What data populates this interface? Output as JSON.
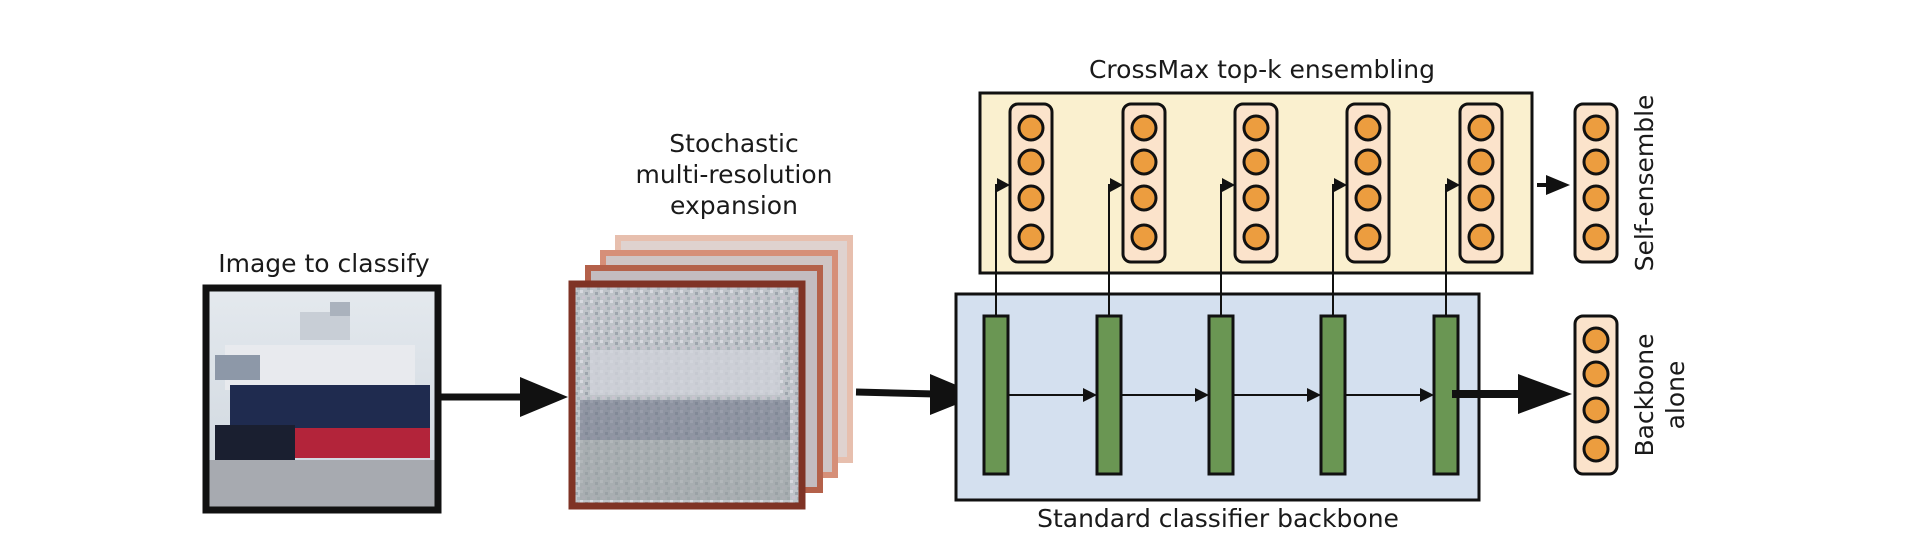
{
  "labels": {
    "input_image": "Image to classify",
    "expansion_line1": "Stochastic",
    "expansion_line2": "multi-resolution",
    "expansion_line3": "expansion",
    "crossmax": "CrossMax top-k ensembling",
    "backbone": "Standard classifier backbone",
    "self_ensemble": "Self-ensemble",
    "backbone_alone_line1": "Backbone",
    "backbone_alone_line2": "alone"
  },
  "colors": {
    "crossmax_fill": "#faf0cf",
    "backbone_fill": "#d4e0ef",
    "layer_fill": "#6a9653",
    "neuron_fill": "#ec9d3f",
    "neuron_column_fill": "#fbe3cb",
    "frame_color": "#7f3325",
    "frame_dark": "#111111"
  },
  "counts": {
    "backbone_layers": 5,
    "crossmax_columns": 5,
    "neurons_per_column": 4,
    "expansion_copies": 4
  }
}
